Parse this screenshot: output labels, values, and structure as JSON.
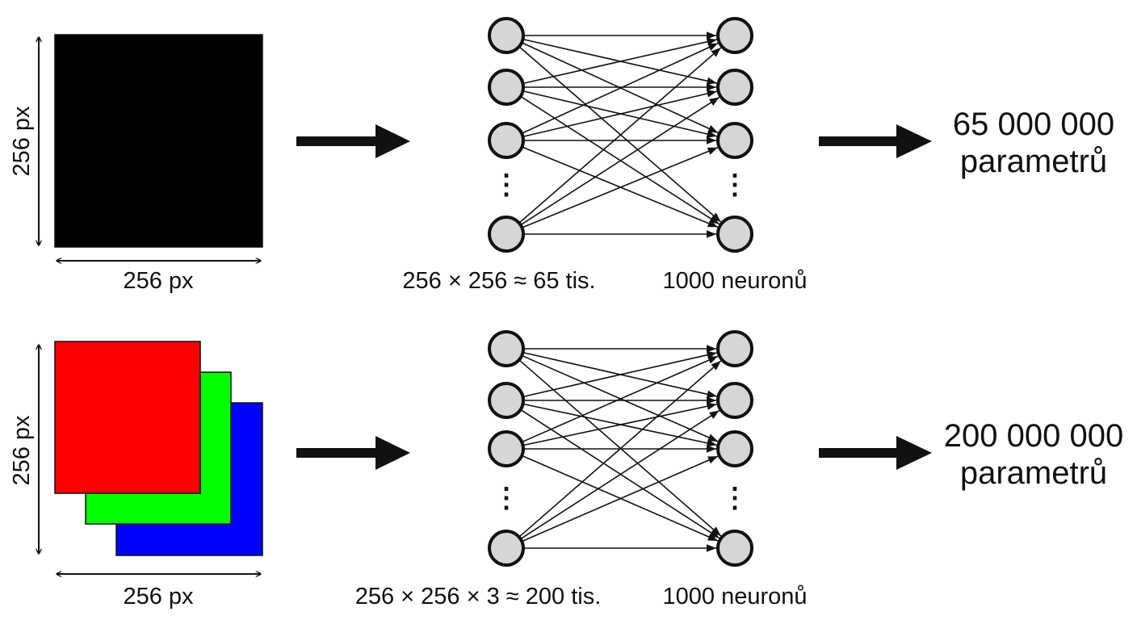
{
  "colors": {
    "gray": "#000000",
    "red": "#ff0000",
    "green": "#00ff00",
    "blue": "#0000ff",
    "node": "#d6d6d6"
  },
  "rows": [
    {
      "width_label": "256 px",
      "height_label": "256 px",
      "input_label": "256 × 256 ≈ 65 tis.",
      "neuron_label": "1000 neuronů",
      "result_number": "65 000 000",
      "result_unit": "parametrů"
    },
    {
      "width_label": "256 px",
      "height_label": "256 px",
      "input_label": "256 × 256 × 3 ≈ 200 tis.",
      "neuron_label": "1000 neuronů",
      "result_number": "200 000 000",
      "result_unit": "parametrů"
    }
  ],
  "ellipsis": "⋮"
}
